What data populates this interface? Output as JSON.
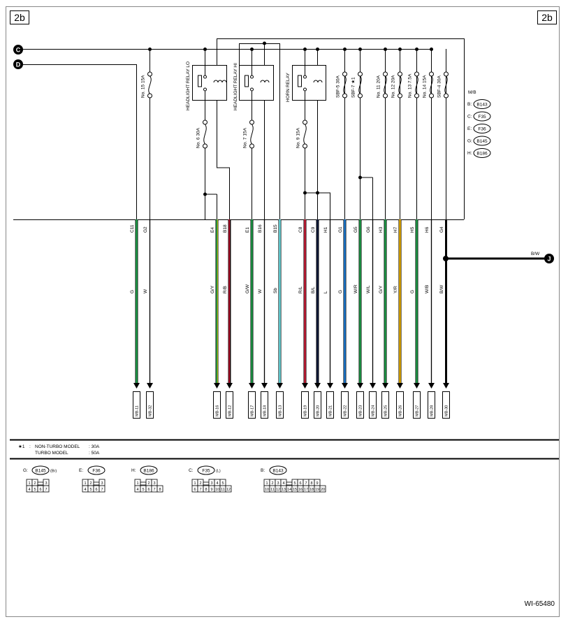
{
  "page": {
    "label_left": "2b",
    "label_right": "2b",
    "doc_id": "WI-65480",
    "bus_c": "C",
    "bus_d": "D",
    "ground_j": "J",
    "mb_label": "M/B",
    "bw_label": "B/W"
  },
  "fuses": [
    {
      "id": "f15",
      "label": "No. 15  15A"
    },
    {
      "id": "f6",
      "label": "No. 6  30A"
    },
    {
      "id": "f7",
      "label": "No. 7  15A"
    },
    {
      "id": "f9",
      "label": "No. 9  15A"
    },
    {
      "id": "sbf5",
      "label": "SBF-5  30A"
    },
    {
      "id": "sbf7",
      "label": "SBF-7 ★1"
    },
    {
      "id": "f11",
      "label": "No. 11  20A"
    },
    {
      "id": "f12",
      "label": "No. 12  20A"
    },
    {
      "id": "f13",
      "label": "No. 13  7.5A"
    },
    {
      "id": "f14",
      "label": "No. 14  15A"
    },
    {
      "id": "sbf4",
      "label": "SBF-4  30A"
    }
  ],
  "relays": [
    {
      "id": "lo",
      "label": "HEADLIGHT RELAY LO"
    },
    {
      "id": "hi",
      "label": "HEADLIGHT RELAY HI"
    },
    {
      "id": "horn",
      "label": "HORN RELAY"
    }
  ],
  "mb_connectors": [
    {
      "key": "B:",
      "ref": "B143"
    },
    {
      "key": "C:",
      "ref": "F35"
    },
    {
      "key": "E:",
      "ref": "F36"
    },
    {
      "key": "G:",
      "ref": "B145"
    },
    {
      "key": "H:",
      "ref": "B186"
    }
  ],
  "wires": [
    {
      "pin": "C11",
      "color": "G",
      "hex": "#1fa04a",
      "term": "MB-11"
    },
    {
      "pin": "G2",
      "color": "W",
      "hex": "#000000",
      "term": "MB-32"
    },
    {
      "pin": "E4",
      "color": "G/Y",
      "hex": "#1fa04a",
      "stripe": "#e8d000",
      "term": "MB-16"
    },
    {
      "pin": "B18",
      "color": "R/B",
      "hex": "#c8102e",
      "stripe": "#000000",
      "term": "MB-12"
    },
    {
      "pin": "E1",
      "color": "G/W",
      "hex": "#1fa04a",
      "term": "MB-17"
    },
    {
      "pin": "B16",
      "color": "W",
      "hex": "#000000",
      "term": "MB-18"
    },
    {
      "pin": "B15",
      "color": "Sb",
      "hex": "#6fe3e8",
      "term": "MB-13"
    },
    {
      "pin": "C8",
      "color": "R/L",
      "hex": "#d1203a",
      "term": "MB-19"
    },
    {
      "pin": "C9",
      "color": "B/L",
      "hex": "#101a3a",
      "term": "MB-20"
    },
    {
      "pin": "H1",
      "color": "L",
      "hex": "#000000",
      "term": "MB-21"
    },
    {
      "pin": "G1",
      "color": "G",
      "hex": "#1e7fd9",
      "term": "MB-22"
    },
    {
      "pin": "G5",
      "color": "W/R",
      "hex": "#1fa04a",
      "term": "MB-23"
    },
    {
      "pin": "G6",
      "color": "W/L",
      "hex": "#000000",
      "term": "MB-24"
    },
    {
      "pin": "H3",
      "color": "G/Y",
      "hex": "#1fa04a",
      "term": "MB-25"
    },
    {
      "pin": "H7",
      "color": "Y/R",
      "hex": "#f0b400",
      "term": "MB-26"
    },
    {
      "pin": "H5",
      "color": "G",
      "hex": "#1fa04a",
      "term": "MB-27"
    },
    {
      "pin": "H6",
      "color": "W/B",
      "hex": "#000000",
      "term": "MB-28"
    },
    {
      "pin": "G4",
      "color": "B/W",
      "hex": "#000000",
      "term": "MB-30"
    }
  ],
  "notes": {
    "marker": "★1",
    "colon": ":",
    "line1_label": "NON-TURBO MODEL",
    "line1_value": ": 30A",
    "line2_label": "TURBO MODEL",
    "line2_value": ": 50A"
  },
  "connectors": [
    {
      "key": "G:",
      "ref": "B145",
      "suffix": "(Br)",
      "row1": [
        "1",
        "2",
        "",
        "3"
      ],
      "row2": [
        "4",
        "5",
        "6",
        "7"
      ]
    },
    {
      "key": "E:",
      "ref": "F36",
      "suffix": "",
      "row1": [
        "1",
        "2",
        "",
        "3"
      ],
      "row2": [
        "4",
        "5",
        "6",
        "7"
      ]
    },
    {
      "key": "H:",
      "ref": "B186",
      "suffix": "",
      "row1": [
        "1",
        "",
        "2",
        "3"
      ],
      "row2": [
        "4",
        "5",
        "6",
        "7",
        "8"
      ]
    },
    {
      "key": "C:",
      "ref": "F35",
      "suffix": "(L)",
      "row1": [
        "1",
        "2",
        "",
        "3",
        "4",
        "5"
      ],
      "row2": [
        "6",
        "7",
        "8",
        "9",
        "10",
        "11",
        "12"
      ]
    },
    {
      "key": "B:",
      "ref": "B143",
      "suffix": "",
      "row1": [
        "1",
        "2",
        "3",
        "4",
        "",
        "5",
        "6",
        "7",
        "8",
        "9"
      ],
      "row2": [
        "10",
        "11",
        "12",
        "13",
        "14",
        "15",
        "16",
        "17",
        "18",
        "19",
        "20"
      ]
    }
  ]
}
